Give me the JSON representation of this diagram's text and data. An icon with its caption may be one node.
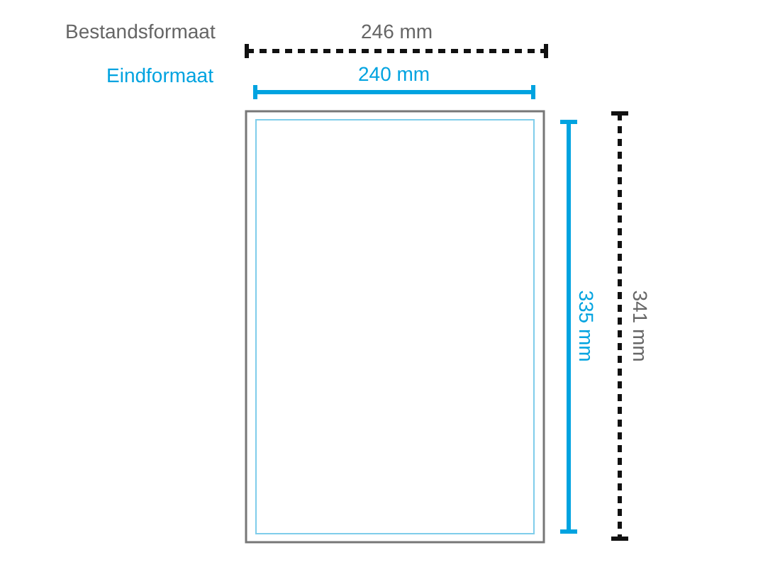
{
  "diagram": {
    "labels": [
      "Bestandsformaat",
      "246 mm",
      "Eindformaat",
      "240 mm",
      "335 mm",
      "341 mm"
    ]
  }
}
